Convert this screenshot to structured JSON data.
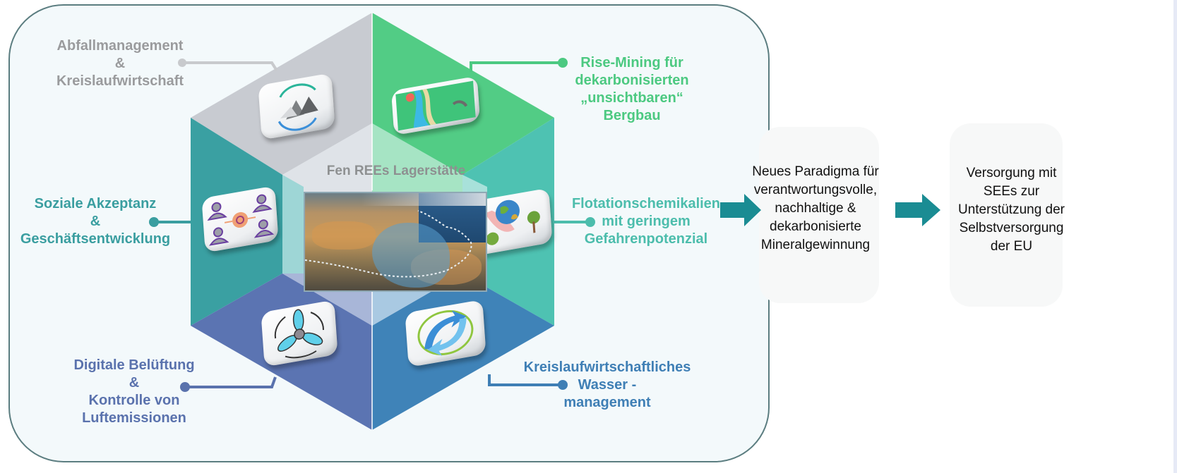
{
  "diagram": {
    "center": {
      "title": "Fen REEs Lagerstätte",
      "image": "satellite-map-of-fen-deposit"
    },
    "segments": [
      {
        "id": "waste",
        "label": "Abfallmanagement\n&\nKreislaufwirtschaft",
        "color": "#9a9b9d",
        "face_color": "#c8cbd1",
        "icon": "recycle-rocks-icon"
      },
      {
        "id": "rise-mining",
        "label": "Rise-Mining für\ndekarbonisierten\n„unsichtbaren“\nBergbau",
        "color": "#4cc981",
        "face_color": "#52cc85",
        "icon": "map-location-icon"
      },
      {
        "id": "social",
        "label": "Soziale Akzeptanz\n&\nGeschäftsentwicklung",
        "color": "#3a9ea0",
        "face_color": "#3aa0a2",
        "icon": "people-network-icon"
      },
      {
        "id": "flotation",
        "label": "Flotationschemikalien\nmit geringem\nGefahrenpotenzial",
        "color": "#4cbdac",
        "face_color": "#4ec2b2",
        "icon": "earth-in-hands-icon"
      },
      {
        "id": "ventilation",
        "label": "Digitale Belüftung\n&\nKontrolle von\nLuftemissionen",
        "color": "#5a72ad",
        "face_color": "#5b74b2",
        "icon": "fan-icon"
      },
      {
        "id": "water",
        "label": "Kreislaufwirtschaftliches\nWasser -\nmanagement",
        "color": "#3f7fb5",
        "face_color": "#3f83b8",
        "icon": "circular-arrows-icon"
      }
    ]
  },
  "flow": {
    "arrow_color": "#1a8c93",
    "steps": [
      {
        "text": "Neues Paradigma für\nverantwortungsvolle,\nnachhaltige &\ndekarbonisierte\nMineralgewinnung"
      },
      {
        "text": "Versorgung  mit\nSEEs zur\nUnterstützung der\nSelbstversorgung\nder EU"
      }
    ]
  }
}
